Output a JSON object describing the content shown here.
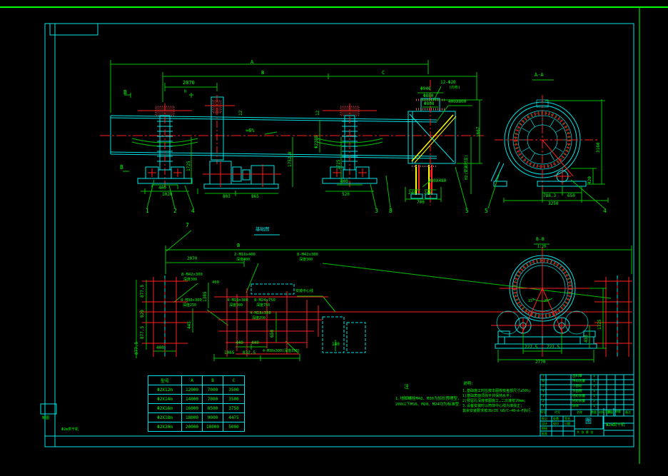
{
  "sheet": {
    "bg": "#000000",
    "cyan": "#00e5e5",
    "green": "#00ff00",
    "red": "#ff2020",
    "yellow": "#ffff00"
  },
  "main_view": {
    "dim_A": "A",
    "dim_B": "B",
    "dim_C": "C",
    "dim_2070": "2070",
    "section_b_top": "B",
    "section_b_bot": "B",
    "mark_h": "h",
    "slope": "≈6%",
    "dim_12_a": "12",
    "dim_12_b": "12",
    "dim_1725_a": "1725",
    "dim_1752_8": "1752.8",
    "dim_phi2388": "Φ2388",
    "dim_1725_b": "1725",
    "dim_400_a": "400",
    "dim_1020": "1020",
    "dim_803": "803",
    "dim_865": "865",
    "dim_400_b": "400",
    "dim_520": "520",
    "dim_phi940": "Φ940",
    "dim_phi880": "Φ880",
    "dim_phi808": "Φ808",
    "dim_12_phi20": "12-Φ20",
    "dim_junbu": "(均布)",
    "dim_400x800": "400X800",
    "dim_1667": "1667",
    "dim_480x480": "480X480",
    "dim_H2": "H2(安装时定)",
    "dim_240_a": "240",
    "dim_240_b": "240",
    "dim_700": "700",
    "balloon_1": "1",
    "balloon_2": "2",
    "balloon_4": "4",
    "balloon_3": "3",
    "balloon_8": "8",
    "balloon_5": "5"
  },
  "section_aa": {
    "title": "A-A",
    "dim_3160": "3160",
    "dim_420": "420",
    "dim_788_3": "788.3",
    "dim_650": "650",
    "dim_3250": "3250",
    "balloon_5": "5",
    "balloon_4": "4"
  },
  "plan_view": {
    "title": "基础图",
    "balloon_7": "7",
    "dim_B": "B",
    "dim_2070": "2070",
    "anchor_m16": "2-M16x400",
    "anchor_m16_d": "深度400",
    "anchor_m42_r": "8-M42x300",
    "anchor_m42_r_d": "深度300",
    "anchor_m42_l": "8-M42x300",
    "anchor_m42_l_d": "深度300",
    "anchor_m30": "4-M30x300",
    "anchor_m30_d": "深度250",
    "anchor_m18_a": "4-M18x300",
    "anchor_m18_a_d": "深度300",
    "anchor_m24": "8-M24x750",
    "anchor_m24_d": "深度750",
    "anchor_m18_b": "4-M18x300",
    "anchor_m18_b_d": "深度250",
    "anchor_m30_b": "4-M30x300(深度250)",
    "center_note": "安装中心线",
    "dim_877_a": "877.5",
    "dim_820": "820",
    "dim_877_b": "877.5",
    "dim_877_c": "877.5",
    "dim_400_l": "400",
    "dim_1305": "1305",
    "dim_400_m": "400",
    "dim_445": "445",
    "dim_440_a": "440",
    "dim_440_b": "440",
    "dim_650": "650",
    "dim_1065": "1065",
    "dim_832_5": "832.5",
    "dim_140": "140"
  },
  "section_bb": {
    "title": "B-B",
    "scale": "1:20",
    "dim_1725": "1725",
    "dim_455": "455",
    "dim_727_a": "727.5",
    "dim_727_b": "727.5",
    "dim_2770": "2770",
    "angle_l": "15°",
    "angle_r": "25°"
  },
  "spec_table": {
    "headers": [
      "型号",
      "A",
      "B",
      "C"
    ],
    "rows": [
      [
        "Φ2X12m",
        "12000",
        "7000",
        "3500"
      ],
      [
        "Φ2X14m",
        "14000",
        "7000",
        "3500"
      ],
      [
        "Φ2X16m",
        "16000",
        "8500",
        "3750"
      ],
      [
        "Φ2X18m",
        "18000",
        "9000",
        "4475"
      ],
      [
        "Φ2X20m",
        "20000",
        "10000",
        "5000"
      ]
    ]
  },
  "notes_left": {
    "title": "注",
    "line1": "1.地脚螺栓M42、M30为加长预埋型,",
    "line2": "200以下M16、M20、M24均为标准型."
  },
  "notes_right": {
    "title": "说明:",
    "line1": "1.基础施工时应按本图校核各部尺寸±50%;",
    "line2": "1)基础表面须找平并保持水平;",
    "line3": "2)预留孔深度按图施工,二次灌浆70mm;",
    "line4": "3.设备安装时以筒体中心线为准找正;",
    "line5": "其余安装要求按JB/ZQ GB/C—40—Ⅱ—F执行."
  },
  "title_block": {
    "bom_headers": {
      "no": "序号",
      "code": "代号",
      "name": "名称",
      "qty": "数量",
      "mat": "材料",
      "wt": "重量",
      "note": "备注"
    },
    "bom_rows": [
      {
        "no": "7",
        "name": "出料罩",
        "qty": "1"
      },
      {
        "no": "6",
        "name": "传动装置",
        "qty": "1"
      },
      {
        "no": "5",
        "name": "小齿轮",
        "qty": "1"
      },
      {
        "no": "4",
        "name": "大齿圈",
        "qty": "1"
      },
      {
        "no": "3",
        "name": "挡轮装置",
        "qty": "1"
      },
      {
        "no": "2",
        "name": "托轮装置",
        "qty": "2"
      },
      {
        "no": "1",
        "name": "筒体",
        "qty": "1"
      }
    ],
    "sign_mark": "标记",
    "sign_count": "处数",
    "sign_name": "签名",
    "sign_date": "日期",
    "sign_design": "设计",
    "sign_check": "校对",
    "sign_audit": "审核",
    "sign_appr": "批准",
    "logo": "图",
    "product": "Φ2m烘干机",
    "scale_label": "比例",
    "mass_label": "质量",
    "sheet_note": "共 张 第 张"
  },
  "corner": {
    "mark": "制图",
    "note": "Φ2m烘干机"
  }
}
